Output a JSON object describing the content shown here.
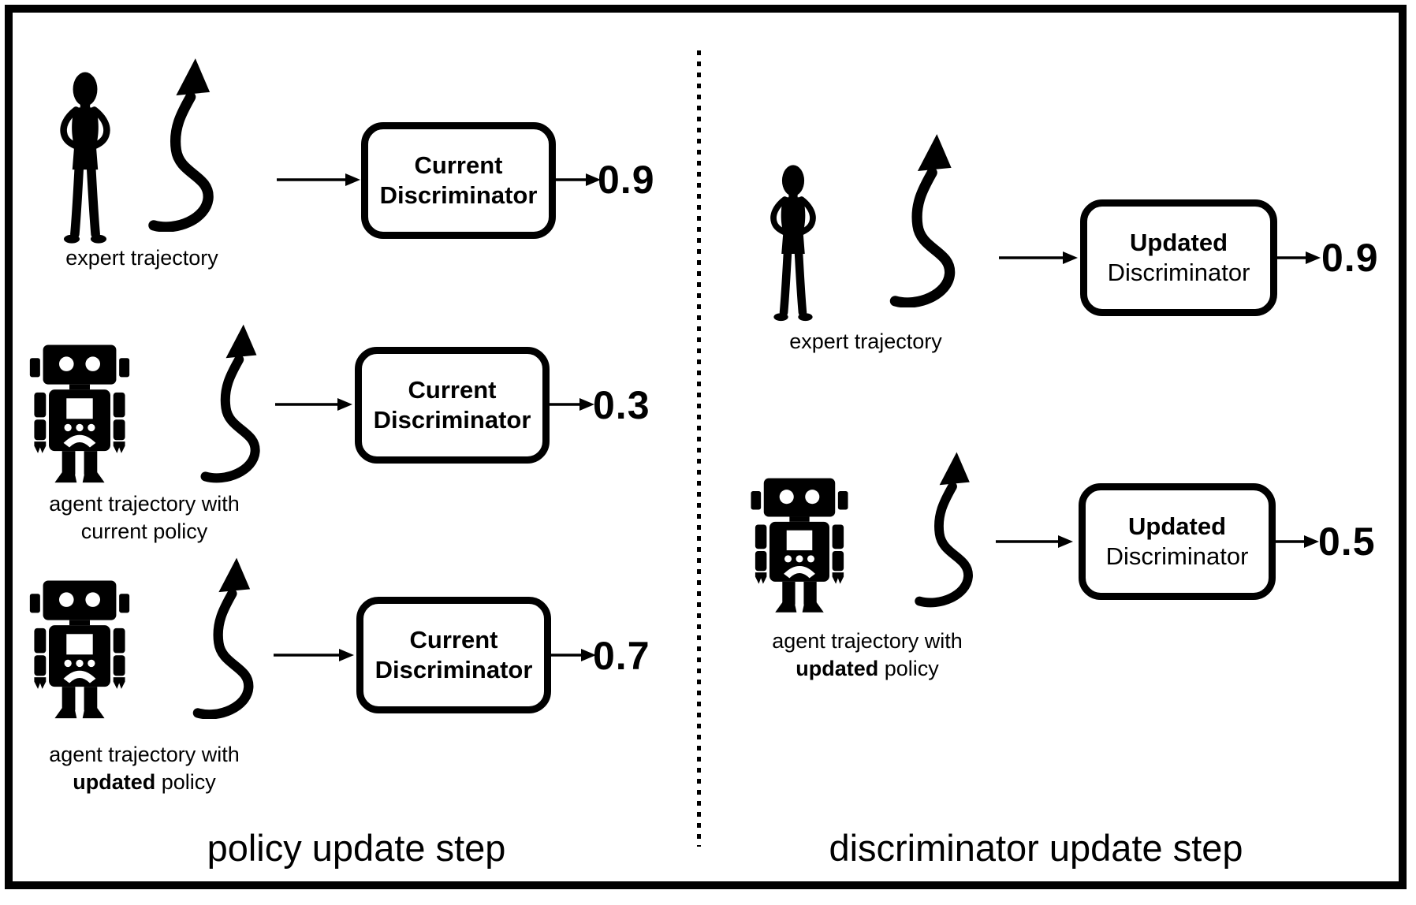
{
  "left": {
    "caption": "policy update step",
    "rows": [
      {
        "label": "expert trajectory",
        "box_line1": "Current",
        "box_line2": "Discriminator",
        "output": "0.9"
      },
      {
        "label_line1": "agent trajectory with",
        "label_line2": "current policy",
        "box_line1": "Current",
        "box_line2": "Discriminator",
        "output": "0.3"
      },
      {
        "label_line1": "agent trajectory with",
        "label_line2_bold": "updated",
        "label_line2_rest": " policy",
        "box_line1": "Current",
        "box_line2": "Discriminator",
        "output": "0.7"
      }
    ]
  },
  "right": {
    "caption": "discriminator update step",
    "rows": [
      {
        "label": "expert trajectory",
        "box_line1": "Updated",
        "box_line2": "Discriminator",
        "output": "0.9"
      },
      {
        "label_line1": "agent trajectory with",
        "label_line2_bold": "updated",
        "label_line2_rest": " policy",
        "box_line1": "Updated",
        "box_line2": "Discriminator",
        "output": "0.5"
      }
    ]
  },
  "icons": {
    "expert": "woman-silhouette",
    "agent": "robot",
    "trajectory": "squiggly-arrow",
    "flow": "straight-arrow",
    "divider": "vertical-dotted-line"
  },
  "colors": {
    "foreground": "#000000",
    "background": "#ffffff"
  }
}
